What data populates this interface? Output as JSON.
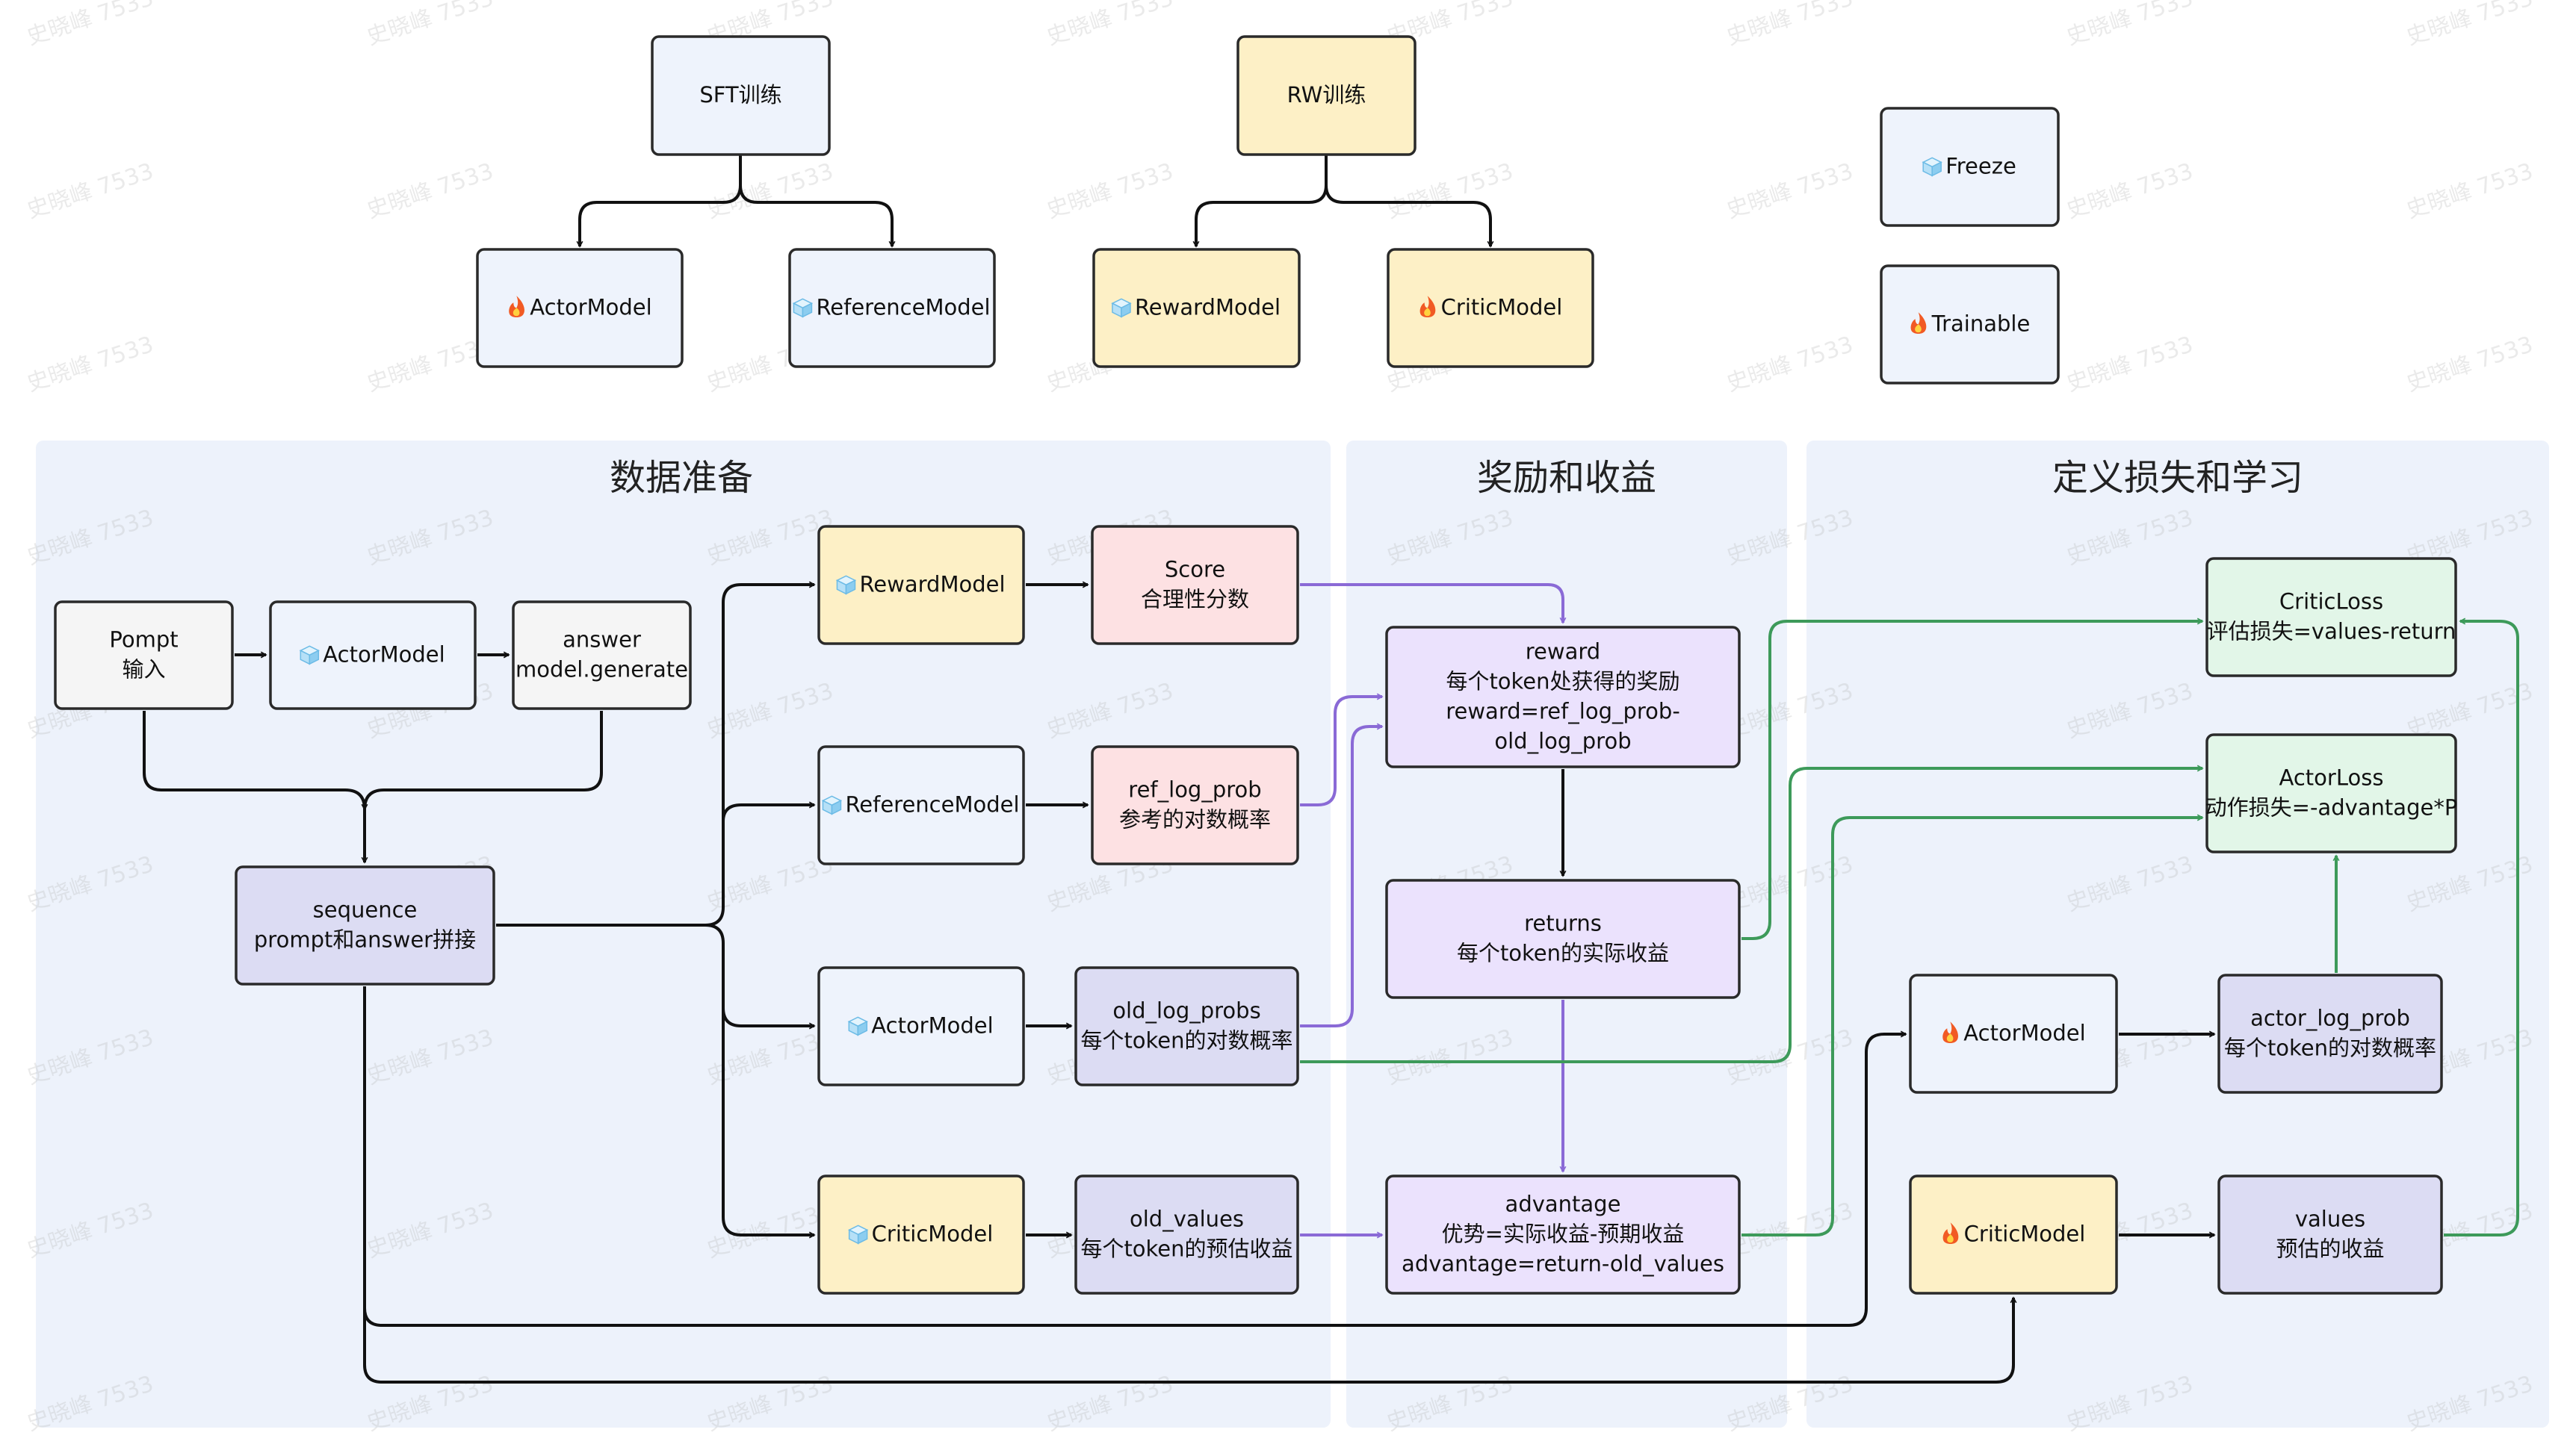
{
  "colors": {
    "blue": "#eef3fc",
    "yellow": "#fdf0c6",
    "pink": "#fde1e3",
    "purple": "#dcdcf3",
    "lavender": "#ebe2fd",
    "green": "#e2f6e8",
    "gray": "#f5f5f5",
    "section": "#edf2fb",
    "arrow_black": "#111111",
    "arrow_purple": "#8a6ad6",
    "arrow_green": "#3d9a5a",
    "icon_fire": "fire-icon",
    "icon_ice": "ice-icon"
  },
  "watermark": {
    "text": "史晓峰 7533"
  },
  "sections": [
    {
      "title": "数据准备"
    },
    {
      "title": "奖励和收益"
    },
    {
      "title": "定义损失和学习"
    }
  ],
  "nodes": [
    {
      "id": "sft",
      "color": "blue",
      "icon": "",
      "lines": [
        "SFT训练"
      ]
    },
    {
      "id": "rw",
      "color": "yellow",
      "icon": "",
      "lines": [
        "RW训练"
      ]
    },
    {
      "id": "top-actor",
      "color": "blue",
      "icon": "fire",
      "lines": [
        "ActorModel"
      ]
    },
    {
      "id": "top-ref",
      "color": "blue",
      "icon": "ice",
      "lines": [
        "ReferenceModel"
      ]
    },
    {
      "id": "top-reward",
      "color": "yellow",
      "icon": "ice",
      "lines": [
        "RewardModel"
      ]
    },
    {
      "id": "top-critic",
      "color": "yellow",
      "icon": "fire",
      "lines": [
        "CriticModel"
      ]
    },
    {
      "id": "legend-freeze",
      "color": "blue",
      "icon": "ice",
      "lines": [
        "Freeze"
      ]
    },
    {
      "id": "legend-trainable",
      "color": "blue",
      "icon": "fire",
      "lines": [
        "Trainable"
      ]
    },
    {
      "id": "prompt",
      "color": "gray",
      "icon": "",
      "lines": [
        "Pompt",
        "输入"
      ]
    },
    {
      "id": "dp-actor",
      "color": "blue",
      "icon": "ice",
      "lines": [
        "ActorModel"
      ]
    },
    {
      "id": "answer",
      "color": "gray",
      "icon": "",
      "lines": [
        "answer",
        "model.generate"
      ]
    },
    {
      "id": "sequence",
      "color": "purple",
      "icon": "",
      "lines": [
        "sequence",
        "prompt和answer拼接"
      ]
    },
    {
      "id": "dp-reward",
      "color": "yellow",
      "icon": "ice",
      "lines": [
        "RewardModel"
      ]
    },
    {
      "id": "dp-ref",
      "color": "blue",
      "icon": "ice",
      "lines": [
        "ReferenceModel"
      ]
    },
    {
      "id": "dp-actor2",
      "color": "blue",
      "icon": "ice",
      "lines": [
        "ActorModel"
      ]
    },
    {
      "id": "dp-critic",
      "color": "yellow",
      "icon": "ice",
      "lines": [
        "CriticModel"
      ]
    },
    {
      "id": "score",
      "color": "pink",
      "icon": "",
      "lines": [
        "Score",
        "合理性分数"
      ]
    },
    {
      "id": "ref-log-prob",
      "color": "pink",
      "icon": "",
      "lines": [
        "ref_log_prob",
        "参考的对数概率"
      ]
    },
    {
      "id": "old-log-probs",
      "color": "purple",
      "icon": "",
      "lines": [
        "old_log_probs",
        "每个token的对数概率"
      ]
    },
    {
      "id": "old-values",
      "color": "purple",
      "icon": "",
      "lines": [
        "old_values",
        "每个token的预估收益"
      ]
    },
    {
      "id": "reward",
      "color": "lavender",
      "icon": "",
      "lines": [
        "reward",
        "每个token处获得的奖励",
        "reward=ref_log_prob-",
        "old_log_prob"
      ]
    },
    {
      "id": "returns",
      "color": "lavender",
      "icon": "",
      "lines": [
        "returns",
        "每个token的实际收益"
      ]
    },
    {
      "id": "advantage",
      "color": "lavender",
      "icon": "",
      "lines": [
        "advantage",
        "优势=实际收益-预期收益",
        "advantage=return-old_values"
      ]
    },
    {
      "id": "critic-loss",
      "color": "green",
      "icon": "",
      "lines": [
        "CriticLoss",
        "评估损失=values-return"
      ]
    },
    {
      "id": "actor-loss",
      "color": "green",
      "icon": "",
      "lines": [
        "ActorLoss",
        "动作损失=-advantage*P"
      ]
    },
    {
      "id": "learn-actor",
      "color": "blue",
      "icon": "fire",
      "lines": [
        "ActorModel"
      ]
    },
    {
      "id": "learn-critic",
      "color": "yellow",
      "icon": "fire",
      "lines": [
        "CriticModel"
      ]
    },
    {
      "id": "actor-log-prob",
      "color": "purple",
      "icon": "",
      "lines": [
        "actor_log_prob",
        "每个token的对数概率"
      ]
    },
    {
      "id": "values",
      "color": "purple",
      "icon": "",
      "lines": [
        "values",
        "预估的收益"
      ]
    }
  ]
}
